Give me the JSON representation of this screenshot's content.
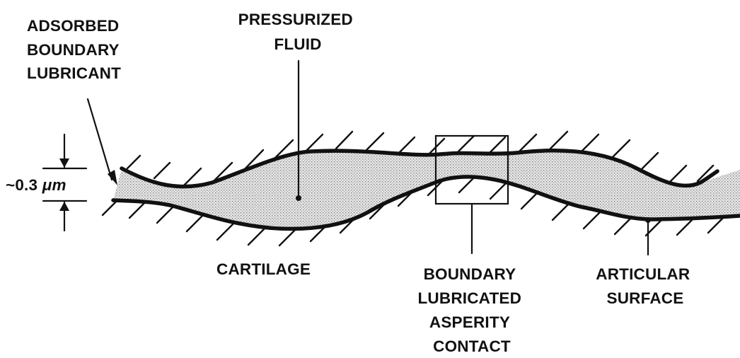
{
  "labels": {
    "adsorbed": [
      "ADSORBED",
      "BOUNDARY",
      "LUBRICANT"
    ],
    "pressurized": [
      "PRESSURIZED",
      "FLUID"
    ],
    "thickness_prefix": "~",
    "thickness_value": "0.3",
    "thickness_unit": "μm",
    "cartilage": "CARTILAGE",
    "asperity": [
      "BOUNDARY",
      "LUBRICATED",
      "ASPERITY",
      "CONTACT"
    ],
    "articular": [
      "ARTICULAR",
      "SURFACE"
    ]
  },
  "colors": {
    "ink": "#111111",
    "fluid": "#d2d2d2",
    "background": "#ffffff"
  }
}
